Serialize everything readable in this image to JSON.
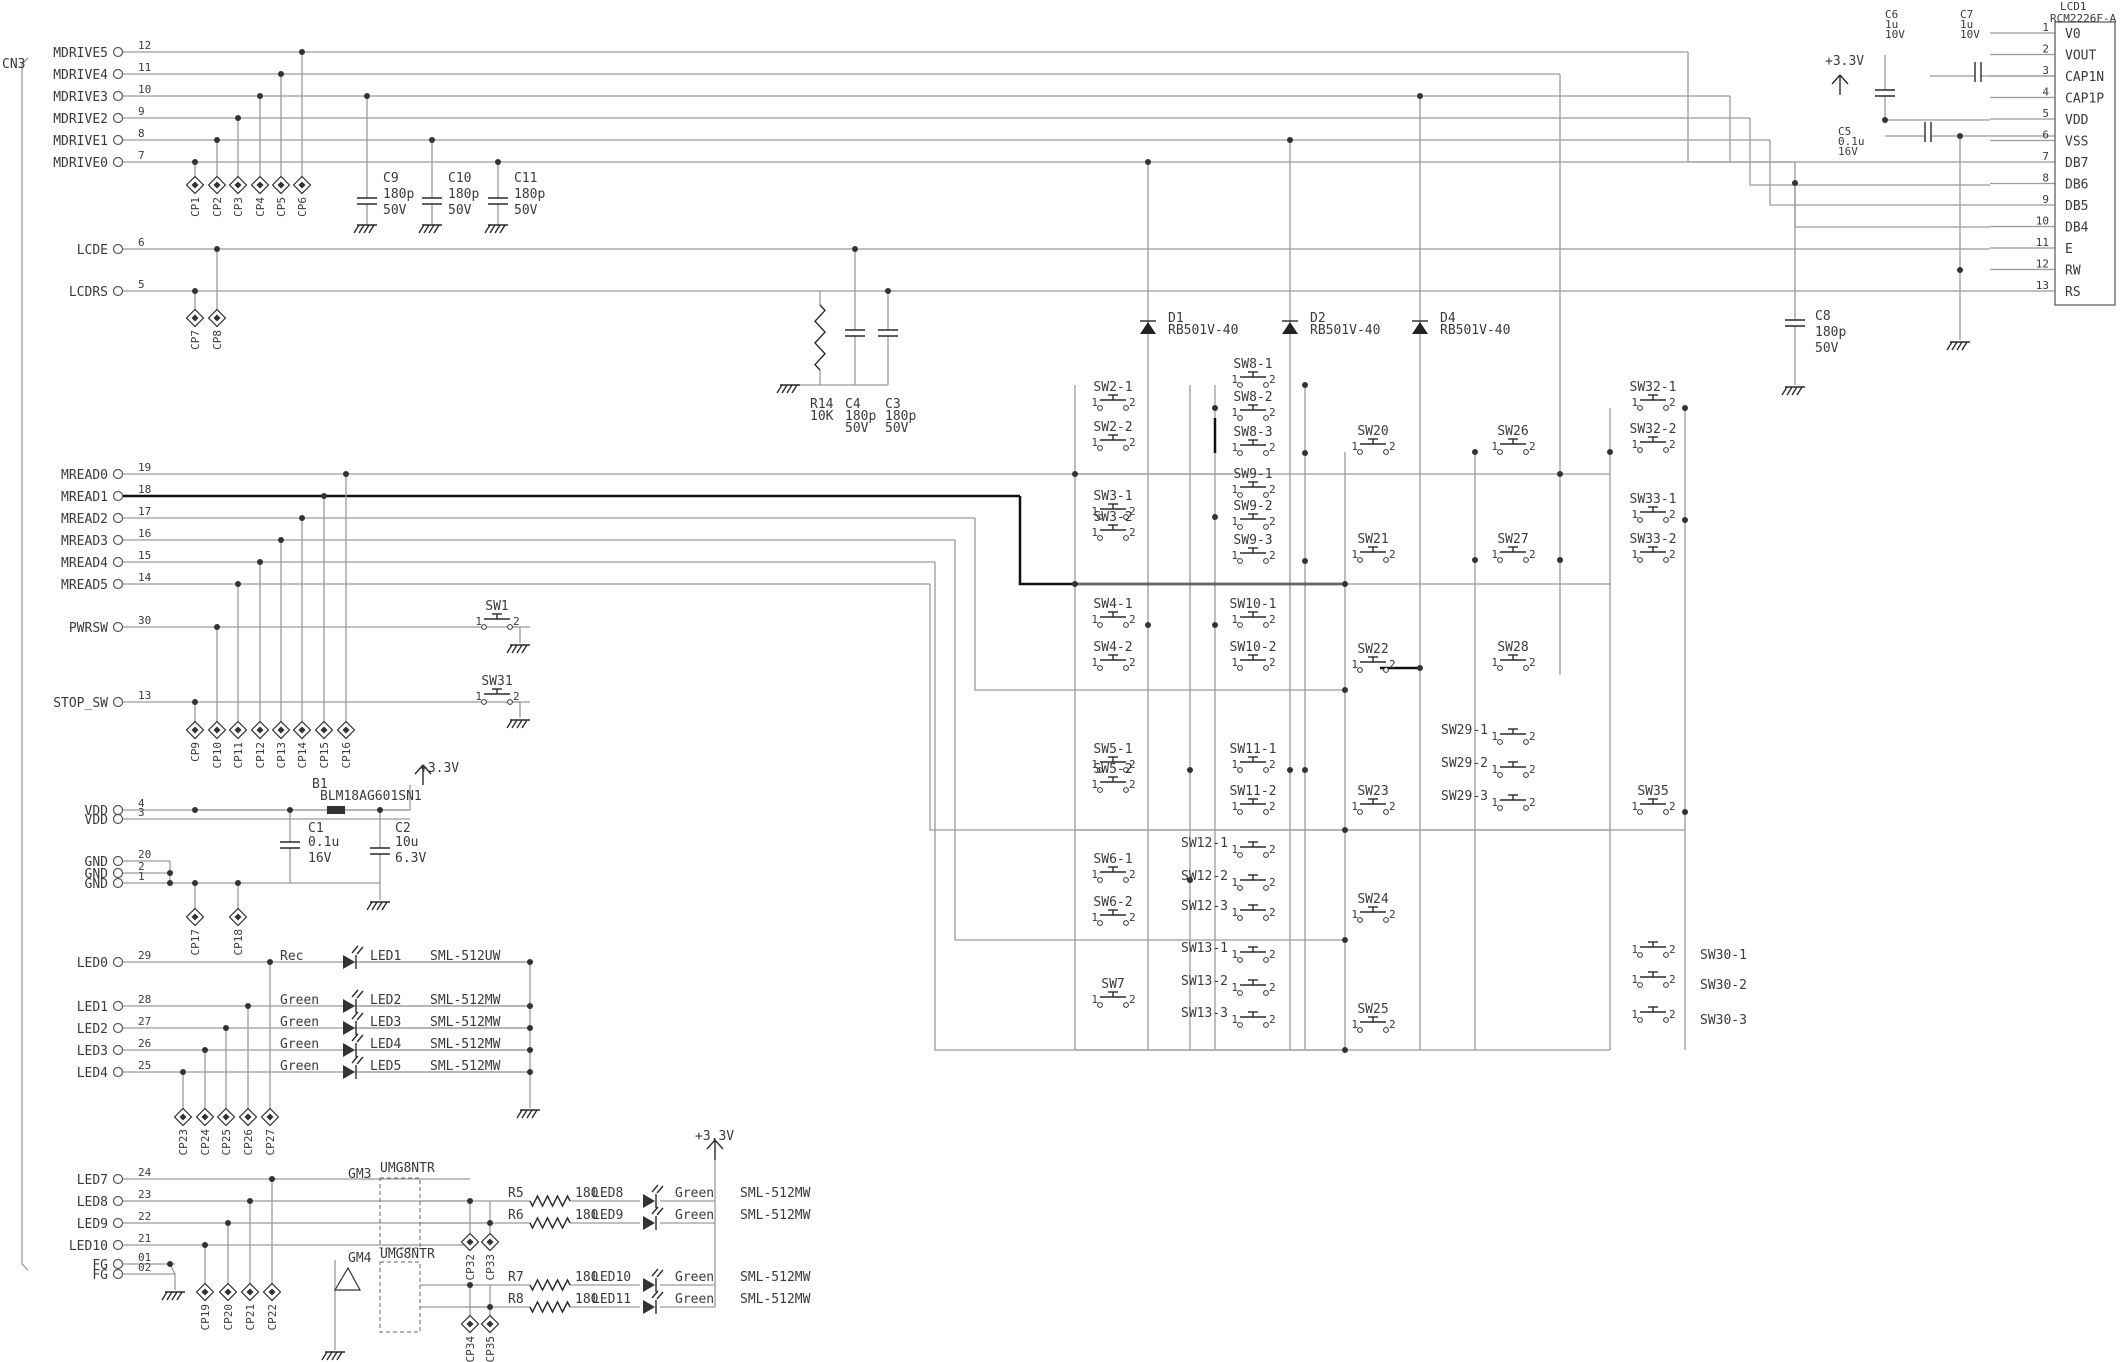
{
  "connector": {
    "name": "CN3",
    "pins": [
      {
        "label": "MDRIVE5",
        "num": "12"
      },
      {
        "label": "MDRIVE4",
        "num": "11"
      },
      {
        "label": "MDRIVE3",
        "num": "10"
      },
      {
        "label": "MDRIVE2",
        "num": "9"
      },
      {
        "label": "MDRIVE1",
        "num": "8"
      },
      {
        "label": "MDRIVE0",
        "num": "7"
      },
      {
        "label": "LCDE",
        "num": "6"
      },
      {
        "label": "LCDRS",
        "num": "5"
      },
      {
        "label": "MREAD0",
        "num": "19"
      },
      {
        "label": "MREAD1",
        "num": "18"
      },
      {
        "label": "MREAD2",
        "num": "17"
      },
      {
        "label": "MREAD3",
        "num": "16"
      },
      {
        "label": "MREAD4",
        "num": "15"
      },
      {
        "label": "MREAD5",
        "num": "14"
      },
      {
        "label": "PWRSW",
        "num": "30"
      },
      {
        "label": "STOP_SW",
        "num": "13"
      },
      {
        "label": "VDD",
        "num": "4"
      },
      {
        "label": "VDD",
        "num": "3"
      },
      {
        "label": "GND",
        "num": "20"
      },
      {
        "label": "GND",
        "num": "2"
      },
      {
        "label": "GND",
        "num": "1"
      },
      {
        "label": "LED0",
        "num": "29"
      },
      {
        "label": "LED1",
        "num": "28"
      },
      {
        "label": "LED2",
        "num": "27"
      },
      {
        "label": "LED3",
        "num": "26"
      },
      {
        "label": "LED4",
        "num": "25"
      },
      {
        "label": "LED7",
        "num": "24"
      },
      {
        "label": "LED8",
        "num": "23"
      },
      {
        "label": "LED9",
        "num": "22"
      },
      {
        "label": "LED10",
        "num": "21"
      },
      {
        "label": "FG",
        "num": "01"
      },
      {
        "label": "FG",
        "num": "02"
      }
    ]
  },
  "lcd": {
    "ref": "LCD1",
    "part": "RCM2226F-A",
    "pins": [
      {
        "num": "1",
        "name": "V0"
      },
      {
        "num": "2",
        "name": "VOUT"
      },
      {
        "num": "3",
        "name": "CAP1N"
      },
      {
        "num": "4",
        "name": "CAP1P"
      },
      {
        "num": "5",
        "name": "VDD"
      },
      {
        "num": "6",
        "name": "VSS"
      },
      {
        "num": "7",
        "name": "DB7"
      },
      {
        "num": "8",
        "name": "DB6"
      },
      {
        "num": "9",
        "name": "DB5"
      },
      {
        "num": "10",
        "name": "DB4"
      },
      {
        "num": "11",
        "name": "E"
      },
      {
        "num": "12",
        "name": "RW"
      },
      {
        "num": "13",
        "name": "RS"
      }
    ]
  },
  "capacitors": [
    {
      "ref": "C9",
      "value": "180p",
      "volt": "50V"
    },
    {
      "ref": "C10",
      "value": "180p",
      "volt": "50V"
    },
    {
      "ref": "C11",
      "value": "180p",
      "volt": "50V"
    },
    {
      "ref": "C6",
      "value": "1u",
      "volt": "10V"
    },
    {
      "ref": "C7",
      "value": "1u",
      "volt": "10V"
    },
    {
      "ref": "C5",
      "value": "0.1u",
      "volt": "16V"
    },
    {
      "ref": "C8",
      "value": "180p",
      "volt": "50V"
    },
    {
      "ref": "C4",
      "value": "180p",
      "volt": "50V"
    },
    {
      "ref": "C3",
      "value": "180p",
      "volt": "50V"
    },
    {
      "ref": "C1",
      "value": "0.1u",
      "volt": "16V"
    },
    {
      "ref": "C2",
      "value": "10u",
      "volt": "6.3V"
    }
  ],
  "resistors": [
    {
      "ref": "R14",
      "value": "10K"
    },
    {
      "ref": "R5",
      "value": "180"
    },
    {
      "ref": "R6",
      "value": "180"
    },
    {
      "ref": "R7",
      "value": "180"
    },
    {
      "ref": "R8",
      "value": "180"
    }
  ],
  "diodes": [
    {
      "ref": "D1",
      "part": "RB501V-40"
    },
    {
      "ref": "D2",
      "part": "RB501V-40"
    },
    {
      "ref": "D4",
      "part": "RB501V-40"
    }
  ],
  "ferrite": {
    "ref": "B1",
    "part": "BLM18AG601SN1"
  },
  "power": "+3.3V",
  "testpoints": {
    "row1": [
      "CP1",
      "CP2",
      "CP3",
      "CP4",
      "CP5",
      "CP6"
    ],
    "row2": [
      "CP7",
      "CP8"
    ],
    "row3": [
      "CP9",
      "CP10",
      "CP11",
      "CP12",
      "CP13",
      "CP14",
      "CP15",
      "CP16"
    ],
    "row4": [
      "CP17",
      "CP18"
    ],
    "row5": [
      "CP23",
      "CP24",
      "CP25",
      "CP26",
      "CP27"
    ],
    "row6": [
      "CP19",
      "CP20",
      "CP21",
      "CP22"
    ],
    "row7": [
      "CP32",
      "CP33",
      "CP34",
      "CP35"
    ]
  },
  "leds": [
    {
      "ref": "LED1",
      "color": "Rec",
      "part": "SML-512UW"
    },
    {
      "ref": "LED2",
      "color": "Green",
      "part": "SML-512MW"
    },
    {
      "ref": "LED3",
      "color": "Green",
      "part": "SML-512MW"
    },
    {
      "ref": "LED4",
      "color": "Green",
      "part": "SML-512MW"
    },
    {
      "ref": "LED5",
      "color": "Green",
      "part": "SML-512MW"
    },
    {
      "ref": "LED8",
      "color": "Green",
      "part": "SML-512MW"
    },
    {
      "ref": "LED9",
      "color": "Green",
      "part": "SML-512MW"
    },
    {
      "ref": "LED10",
      "color": "Green",
      "part": "SML-512MW"
    },
    {
      "ref": "LED11",
      "color": "Green",
      "part": "SML-512MW"
    }
  ],
  "transistors": [
    {
      "ref": "GM3",
      "part": "UMG8NTR"
    },
    {
      "ref": "GM4",
      "part": "UMG8NTR"
    }
  ],
  "switches": [
    "SW1",
    "SW31",
    "SW2-1",
    "SW2-2",
    "SW3-1",
    "SW3-2",
    "SW4-1",
    "SW4-2",
    "SW5-1",
    "SW5-2",
    "SW6-1",
    "SW6-2",
    "SW7",
    "SW8-1",
    "SW8-2",
    "SW8-3",
    "SW9-1",
    "SW9-2",
    "SW9-3",
    "SW10-1",
    "SW10-2",
    "SW11-1",
    "SW11-2",
    "SW12-1",
    "SW12-2",
    "SW12-3",
    "SW13-1",
    "SW13-2",
    "SW13-3",
    "SW20",
    "SW21",
    "SW22",
    "SW23",
    "SW24",
    "SW25",
    "SW26",
    "SW27",
    "SW28",
    "SW29-1",
    "SW29-2",
    "SW29-3",
    "SW32-1",
    "SW32-2",
    "SW33-1",
    "SW33-2",
    "SW35",
    "SW30-1",
    "SW30-2",
    "SW30-3"
  ]
}
